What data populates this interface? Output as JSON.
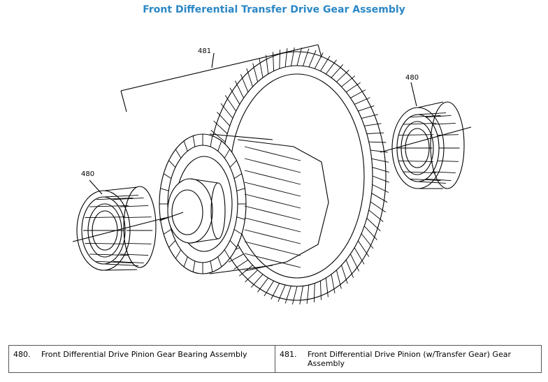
{
  "title": "Front Differential Transfer Drive Gear Assembly",
  "callouts": {
    "bracket_label": "481",
    "bearing_right_label": "480",
    "bearing_left_label": "480"
  },
  "legend": [
    {
      "number": "480.",
      "text": "Front Differential Drive Pinion Gear Bearing Assembly"
    },
    {
      "number": "481.",
      "text": "Front Differential Drive Pinion (w/Transfer Gear) Gear Assembly"
    }
  ],
  "colors": {
    "title": "#2a87c5",
    "line": "#000000",
    "border": "#555555"
  }
}
